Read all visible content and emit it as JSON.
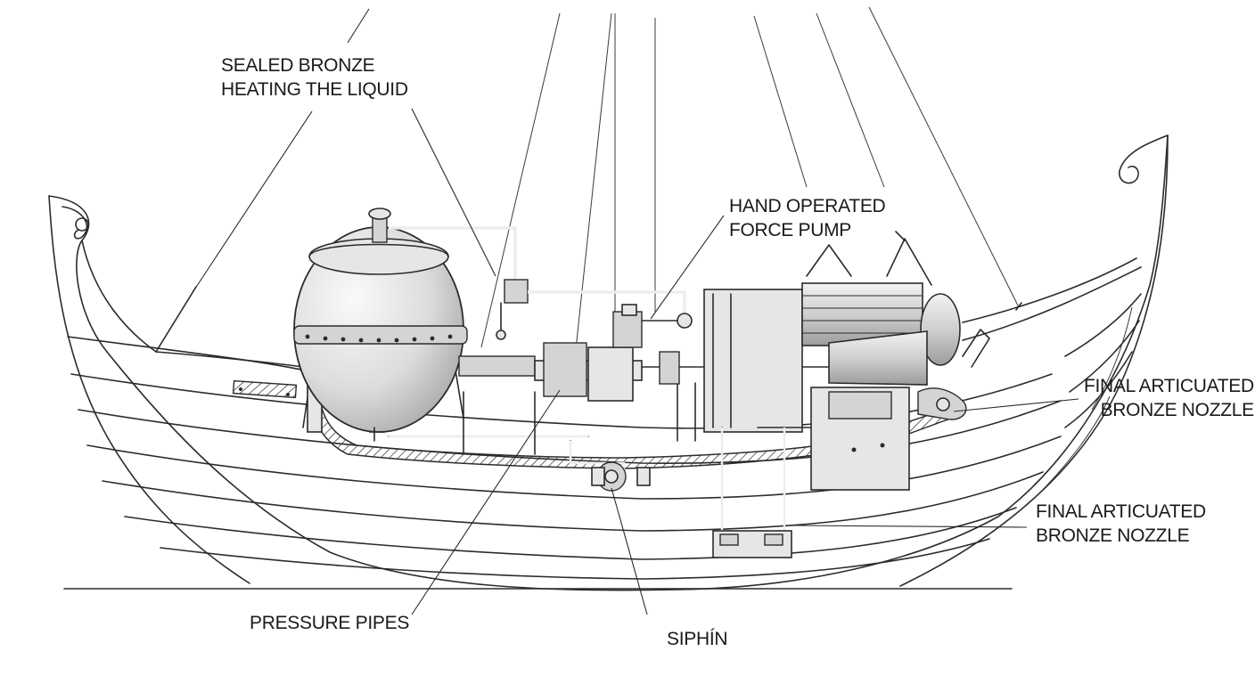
{
  "labels": {
    "bronze_vessel": [
      "SEALED BRONZE",
      "HEATING THE LIQUID"
    ],
    "force_pump": [
      "HAND OPERATED",
      "FORCE PUMP"
    ],
    "nozzle_upper": [
      "FINAL ARTICUATED",
      "BRONZE NOZZLE"
    ],
    "nozzle_lower": [
      "FINAL ARTICUATED",
      "BRONZE NOZZLE"
    ],
    "pressure_pipes": "PRESSURE PIPES",
    "siphon": "SIPHÍN"
  },
  "colors": {
    "ink": "#2b2b2b",
    "metal": "#e6e6e6",
    "background": "#ffffff"
  }
}
